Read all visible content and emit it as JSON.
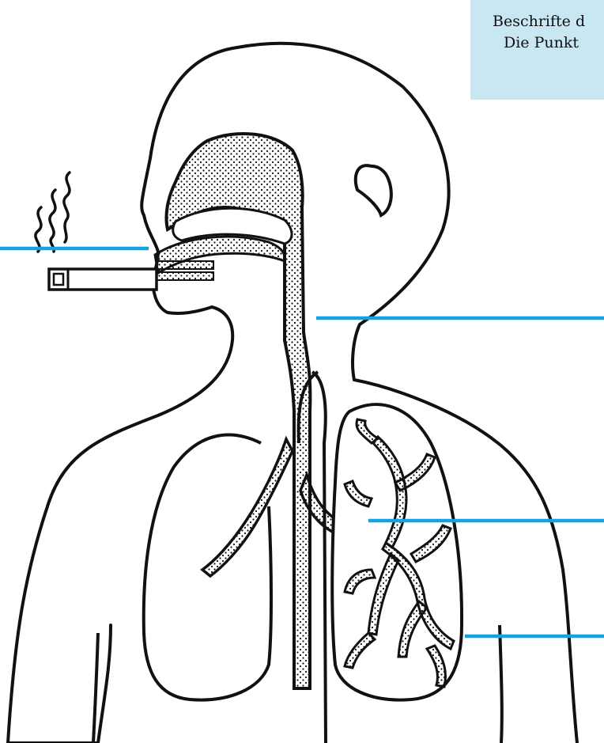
{
  "instruction": {
    "line1": "Beschrifte d",
    "line2": "Die Punkt"
  },
  "colors": {
    "background": "#ffffff",
    "instruction_box": "#c9e6f3",
    "label_line": "#14a3e0",
    "outline": "#111111"
  },
  "label_lines": [
    {
      "name": "label-line-mouth"
    },
    {
      "name": "label-line-trachea"
    },
    {
      "name": "label-line-bronchi"
    },
    {
      "name": "label-line-lung"
    }
  ]
}
